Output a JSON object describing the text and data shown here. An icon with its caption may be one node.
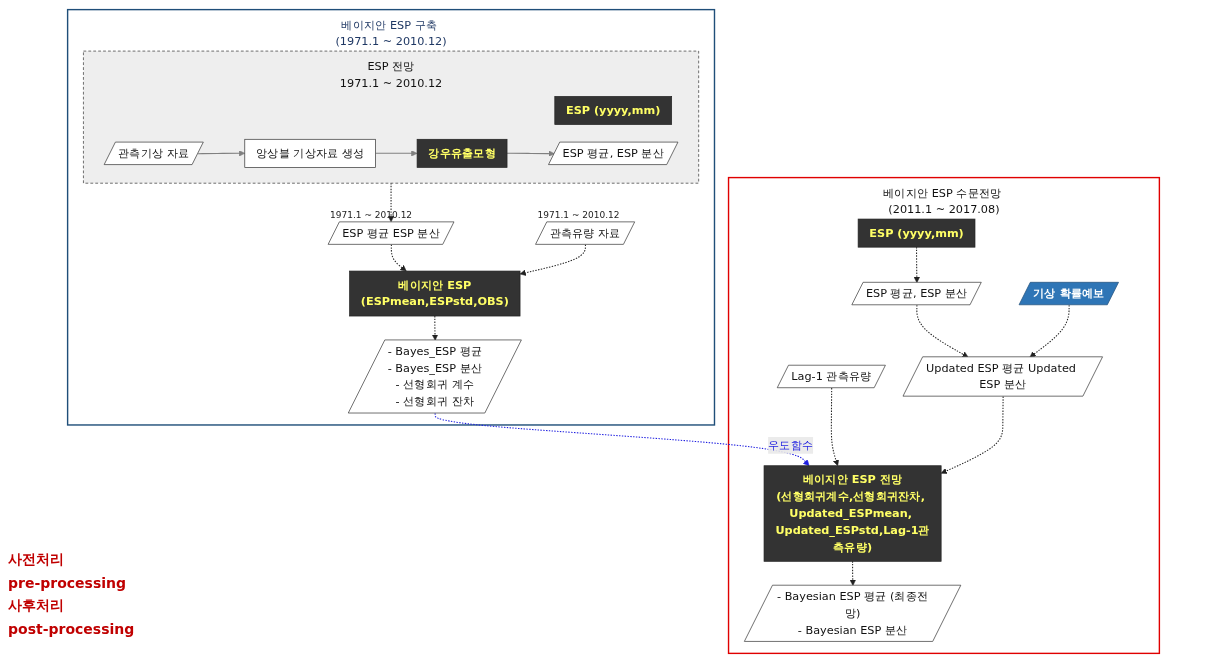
{
  "diagram": {
    "nodes": [
      {
        "text": [
          "베이지안 ESP 구축 (1971.1 ~ 2010.12)"
        ]
      },
      {
        "text": [
          "ESP 전망",
          "1971.1 ~ 2010.12"
        ],
        "in": 0
      },
      {
        "text": [
          "ESP (yyyy,mm)"
        ],
        "in": 1
      },
      {
        "text": [
          "관측기상 자료"
        ],
        "in": 1
      },
      {
        "text": [
          "앙상블 기상자료 생성"
        ],
        "in": 1
      },
      {
        "text": [
          "강우유출모형"
        ],
        "in": 1
      },
      {
        "text": [
          "ESP 평균, ESP 분산"
        ],
        "in": 1
      },
      {
        "text": [
          "ESP 평균 ESP 분산"
        ],
        "beside": [
          "1971.1 ~ 2010.12"
        ],
        "in": 0
      },
      {
        "text": [
          "관측유량 자료"
        ],
        "beside": [
          "1971.1 ~ 2010.12"
        ],
        "in": 0
      },
      {
        "text": [
          "베이지안 ESP",
          "(ESPmean,ESPstd,OBS)"
        ],
        "in": 0
      },
      {
        "text": [
          "- Bayes_ESP 평균",
          "- Bayes_ESP 분산",
          "- 선형회귀 계수",
          "- 선형회귀 잔차"
        ],
        "in": 0
      },
      {
        "text": [
          "베이지안 ESP 수문전망 (2011.1 ~ 2017.08)"
        ]
      },
      {
        "text": [
          "ESP (yyyy,mm)"
        ],
        "in": 11
      },
      {
        "text": [
          "ESP 평균, ESP 분산"
        ],
        "in": 11
      },
      {
        "text": [
          "Lag-1 관측유량"
        ],
        "in": 11
      },
      {
        "text": [
          "기상 확률예보"
        ],
        "in": 11
      },
      {
        "text": [
          "Updated ESP 평균 Updated ESP 분산"
        ],
        "in": 11
      },
      {
        "text": [
          "베이지안 ESP 전망",
          "(선형회귀계수,선형회귀잔차, Updated_ESPmean, Updated_ESPstd,Lag-1관측유량)"
        ],
        "in": 11
      },
      {
        "text": [
          "- Bayesian ESP 평균 (최종전망)",
          "- Bayesian ESP 분산"
        ],
        "in": 11
      }
    ],
    "edges": [
      {
        "from": 3,
        "to": 4,
        "arrow": "to",
        "color": "#808080"
      },
      {
        "from": 4,
        "to": 5,
        "arrow": "to",
        "color": "#808080"
      },
      {
        "from": 5,
        "to": 6,
        "arrow": "to",
        "color": "#808080"
      },
      {
        "from": 1,
        "to": 7,
        "arrow": "to",
        "style": "dashed"
      },
      {
        "from": 7,
        "to": 9,
        "arrow": "to",
        "style": "dashed"
      },
      {
        "from": 8,
        "to": 9,
        "arrow": "to",
        "style": "dashed"
      },
      {
        "from": 9,
        "to": 10,
        "arrow": "to",
        "style": "dashed"
      },
      {
        "from": 10,
        "to": 17,
        "arrow": "to",
        "style": "dashed",
        "color": "#1f1fe0",
        "label": "우도함수"
      },
      {
        "from": 12,
        "to": 13,
        "arrow": "to",
        "style": "dashed"
      },
      {
        "from": 13,
        "to": 16,
        "arrow": "to",
        "style": "dashed"
      },
      {
        "from": 15,
        "to": 16,
        "arrow": "to",
        "style": "dashed"
      },
      {
        "from": 14,
        "to": 17,
        "arrow": "to",
        "style": "dashed"
      },
      {
        "from": 16,
        "to": 17,
        "arrow": "to",
        "style": "dashed"
      },
      {
        "from": 17,
        "to": 18,
        "arrow": "to",
        "style": "dashed"
      }
    ],
    "labels": [
      "사전처리",
      "pre-processing",
      "사후처리",
      "post-processing"
    ]
  }
}
